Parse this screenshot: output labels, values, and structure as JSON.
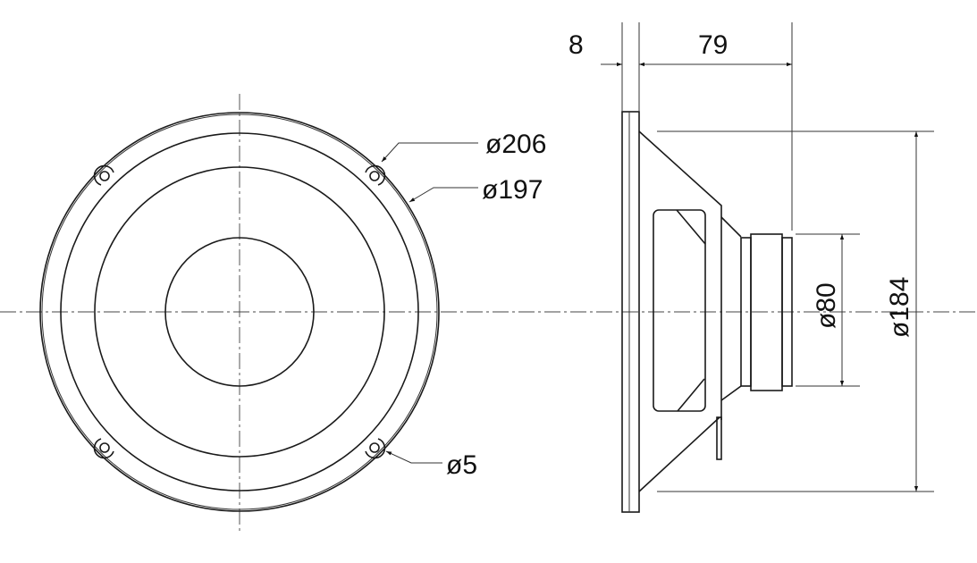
{
  "drawing": {
    "front_view": {
      "labels": {
        "outer_diameter": "ø206",
        "mounting_diameter": "ø197",
        "hole_diameter": "ø5"
      }
    },
    "side_view": {
      "labels": {
        "flange_thickness": "8",
        "depth": "79",
        "magnet_diameter": "ø80",
        "cutout_diameter": "ø184"
      }
    },
    "line_color": "#1a1a1a"
  }
}
